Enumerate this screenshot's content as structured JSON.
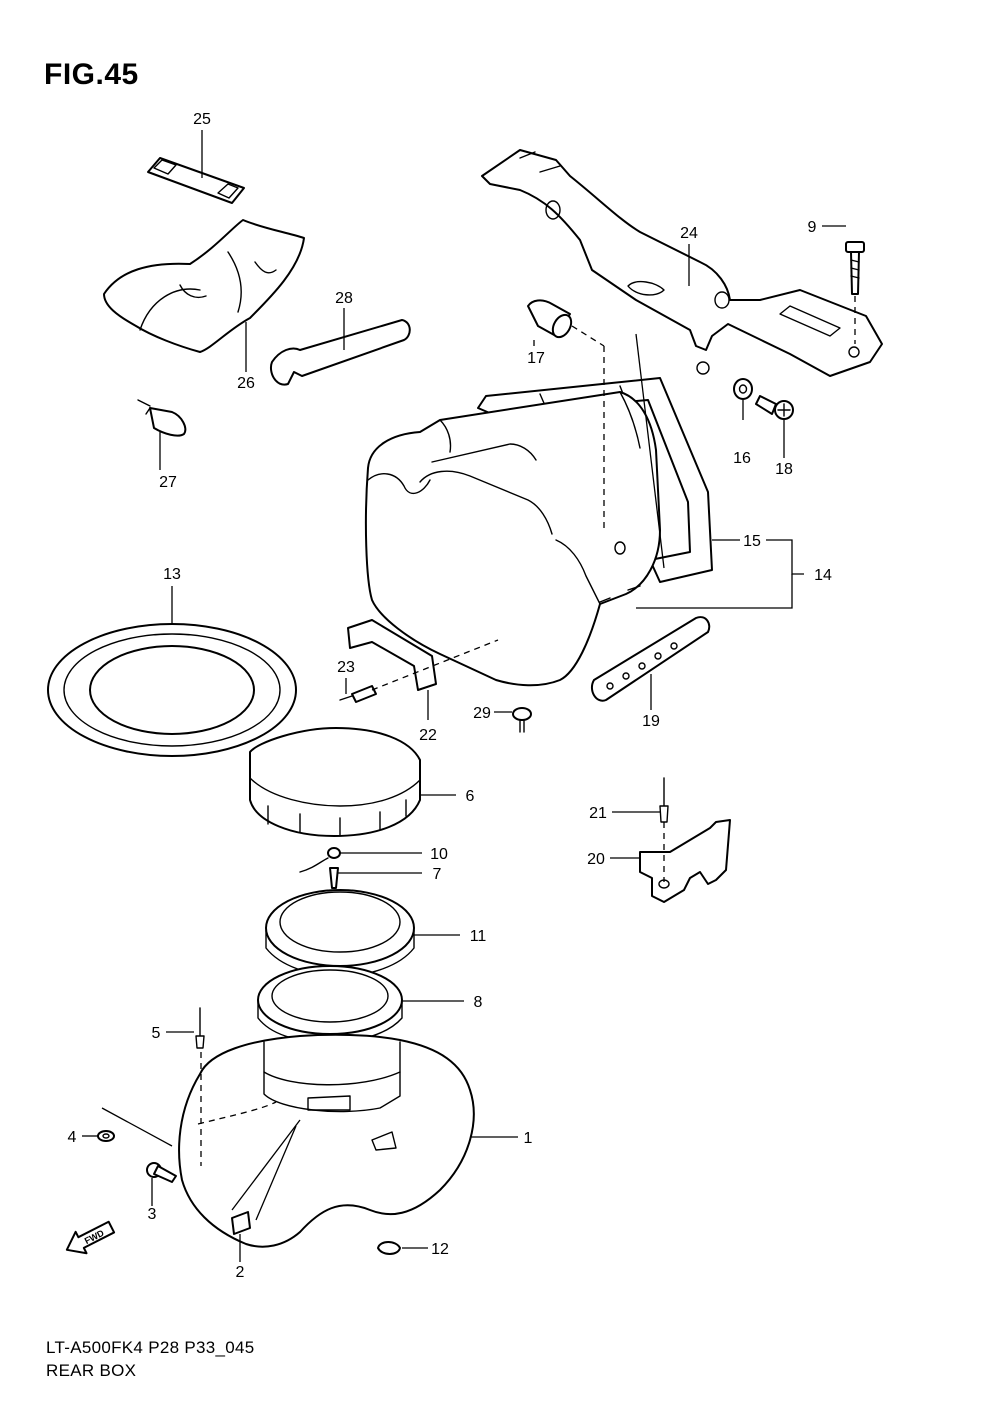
{
  "figure": {
    "title": "FIG.45"
  },
  "footer": {
    "code": "LT-A500FK4 P28 P33_045",
    "name": "REAR BOX"
  },
  "fwd_label": "FWD",
  "callouts": {
    "p1": "1",
    "p2": "2",
    "p3": "3",
    "p4": "4",
    "p5": "5",
    "p6": "6",
    "p7": "7",
    "p8": "8",
    "p9": "9",
    "p10": "10",
    "p11": "11",
    "p12": "12",
    "p13": "13",
    "p14": "14",
    "p15": "15",
    "p16": "16",
    "p17": "17",
    "p18": "18",
    "p19": "19",
    "p20": "20",
    "p21": "21",
    "p22": "22",
    "p23": "23",
    "p24": "24",
    "p25": "25",
    "p26": "26",
    "p27": "27",
    "p28": "28",
    "p29": "29"
  }
}
